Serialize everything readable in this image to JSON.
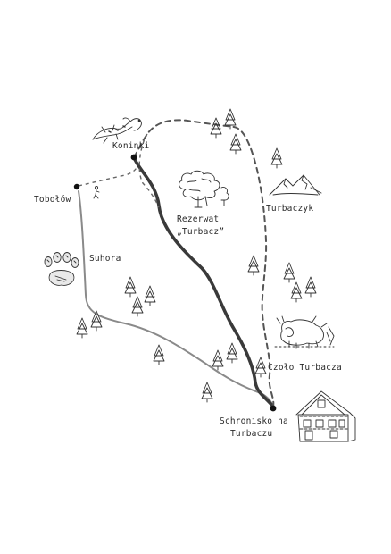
{
  "map": {
    "places": {
      "koninki": "Koninki",
      "tobolow": "Tobołów",
      "rezerwat_line1": "Rezerwat",
      "rezerwat_line2": "„Turbacz”",
      "turbaczyk": "Turbaczyk",
      "suhora": "Suhora",
      "czolo": "Czoło Turbacza",
      "schronisko_line1": "Schronisko na",
      "schronisko_line2": "Turbaczu"
    },
    "icons": [
      "salamander-icon",
      "bear-paw-icon",
      "tree-cluster-icon",
      "mountains-icon",
      "bison-icon",
      "mountain-hut-icon",
      "pine-tree-icon"
    ],
    "colors": {
      "trail_main": "#3a3a3a",
      "trail_secondary": "#8a8a8a",
      "ink": "#2a2a2a"
    }
  }
}
